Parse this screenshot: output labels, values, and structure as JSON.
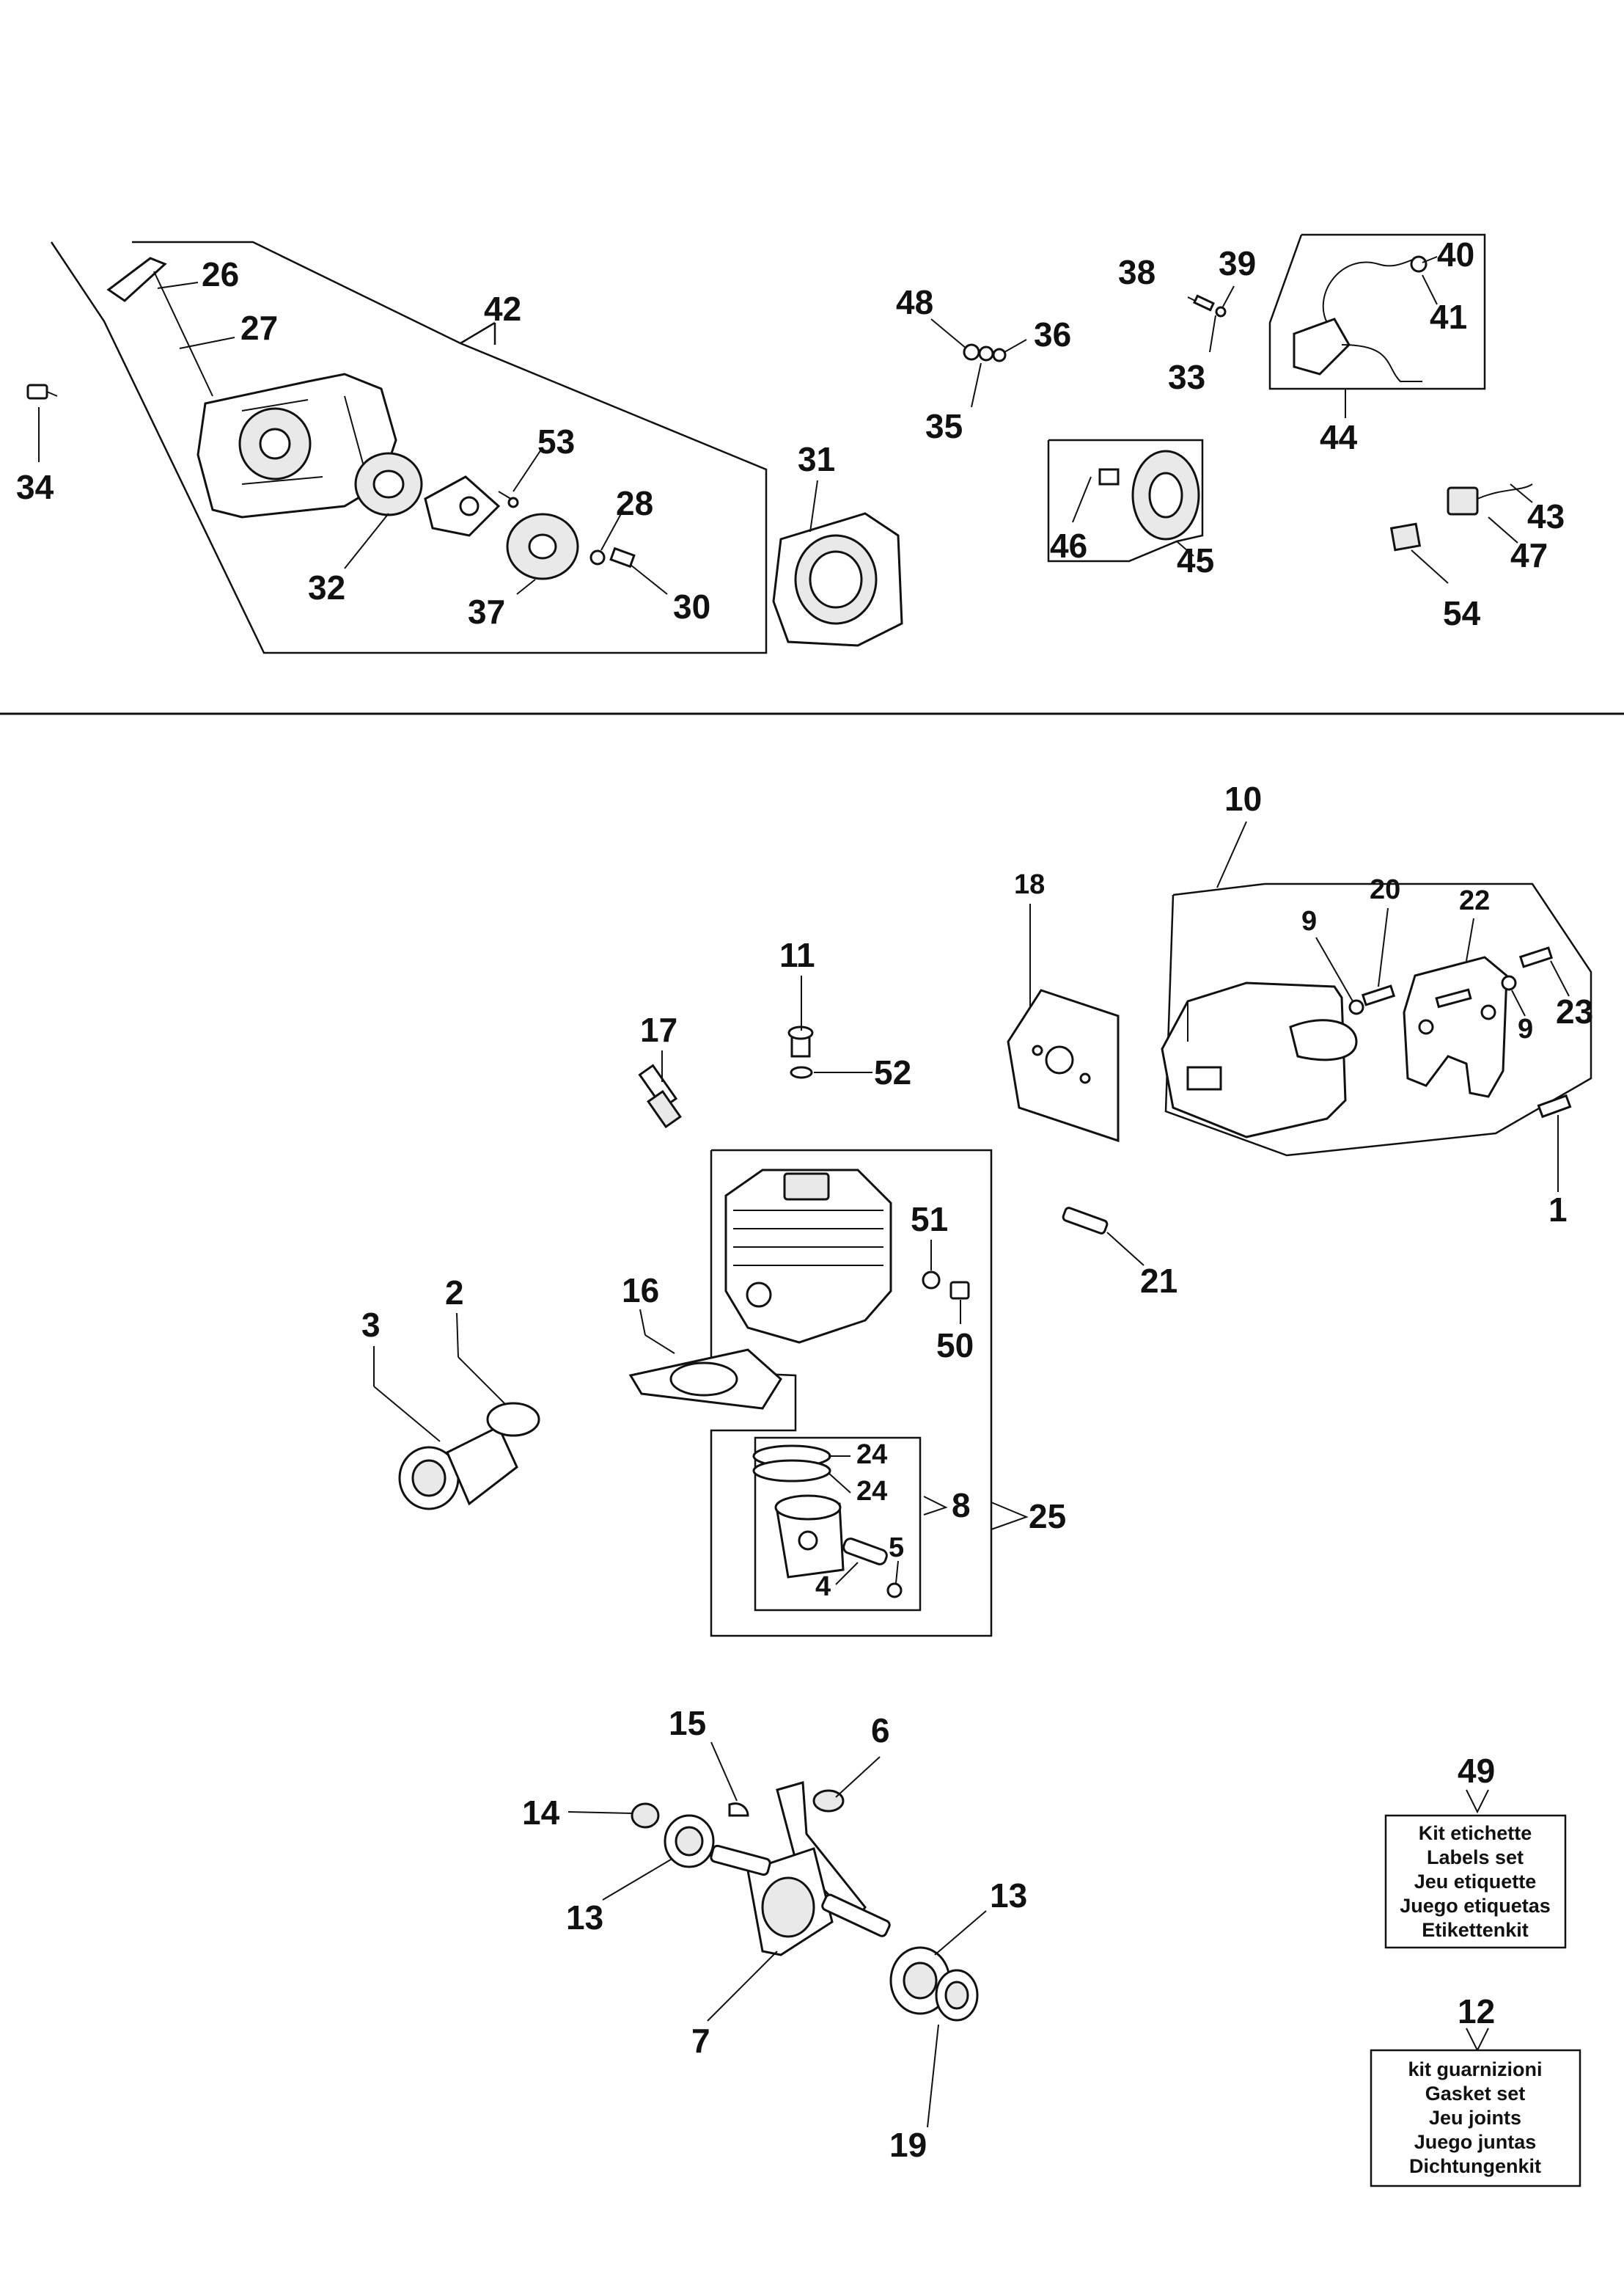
{
  "callouts": {
    "c1": "1",
    "c2": "2",
    "c3": "3",
    "c4": "4",
    "c5": "5",
    "c6": "6",
    "c7": "7",
    "c8": "8",
    "c9a": "9",
    "c9b": "9",
    "c10": "10",
    "c11": "11",
    "c12": "12",
    "c13a": "13",
    "c13b": "13",
    "c14": "14",
    "c15": "15",
    "c16": "16",
    "c17": "17",
    "c18": "18",
    "c19": "19",
    "c20": "20",
    "c21": "21",
    "c22": "22",
    "c23": "23",
    "c24a": "24",
    "c24b": "24",
    "c25": "25",
    "c26": "26",
    "c27": "27",
    "c28": "28",
    "c30": "30",
    "c31": "31",
    "c32": "32",
    "c33": "33",
    "c34": "34",
    "c35": "35",
    "c36": "36",
    "c37": "37",
    "c38": "38",
    "c39": "39",
    "c40": "40",
    "c41": "41",
    "c42": "42",
    "c43": "43",
    "c44": "44",
    "c45": "45",
    "c46": "46",
    "c47": "47",
    "c48": "48",
    "c49": "49",
    "c50": "50",
    "c51": "51",
    "c52": "52",
    "c53": "53",
    "c54": "54"
  },
  "kits": {
    "labels_set": [
      "Kit etichette",
      "Labels set",
      "Jeu etiquette",
      "Juego etiquetas",
      "Etikettenkit"
    ],
    "gasket_set": [
      "kit guarnizioni",
      "Gasket set",
      "Jeu  joints",
      "Juego juntas",
      "Dichtungenkit"
    ]
  }
}
